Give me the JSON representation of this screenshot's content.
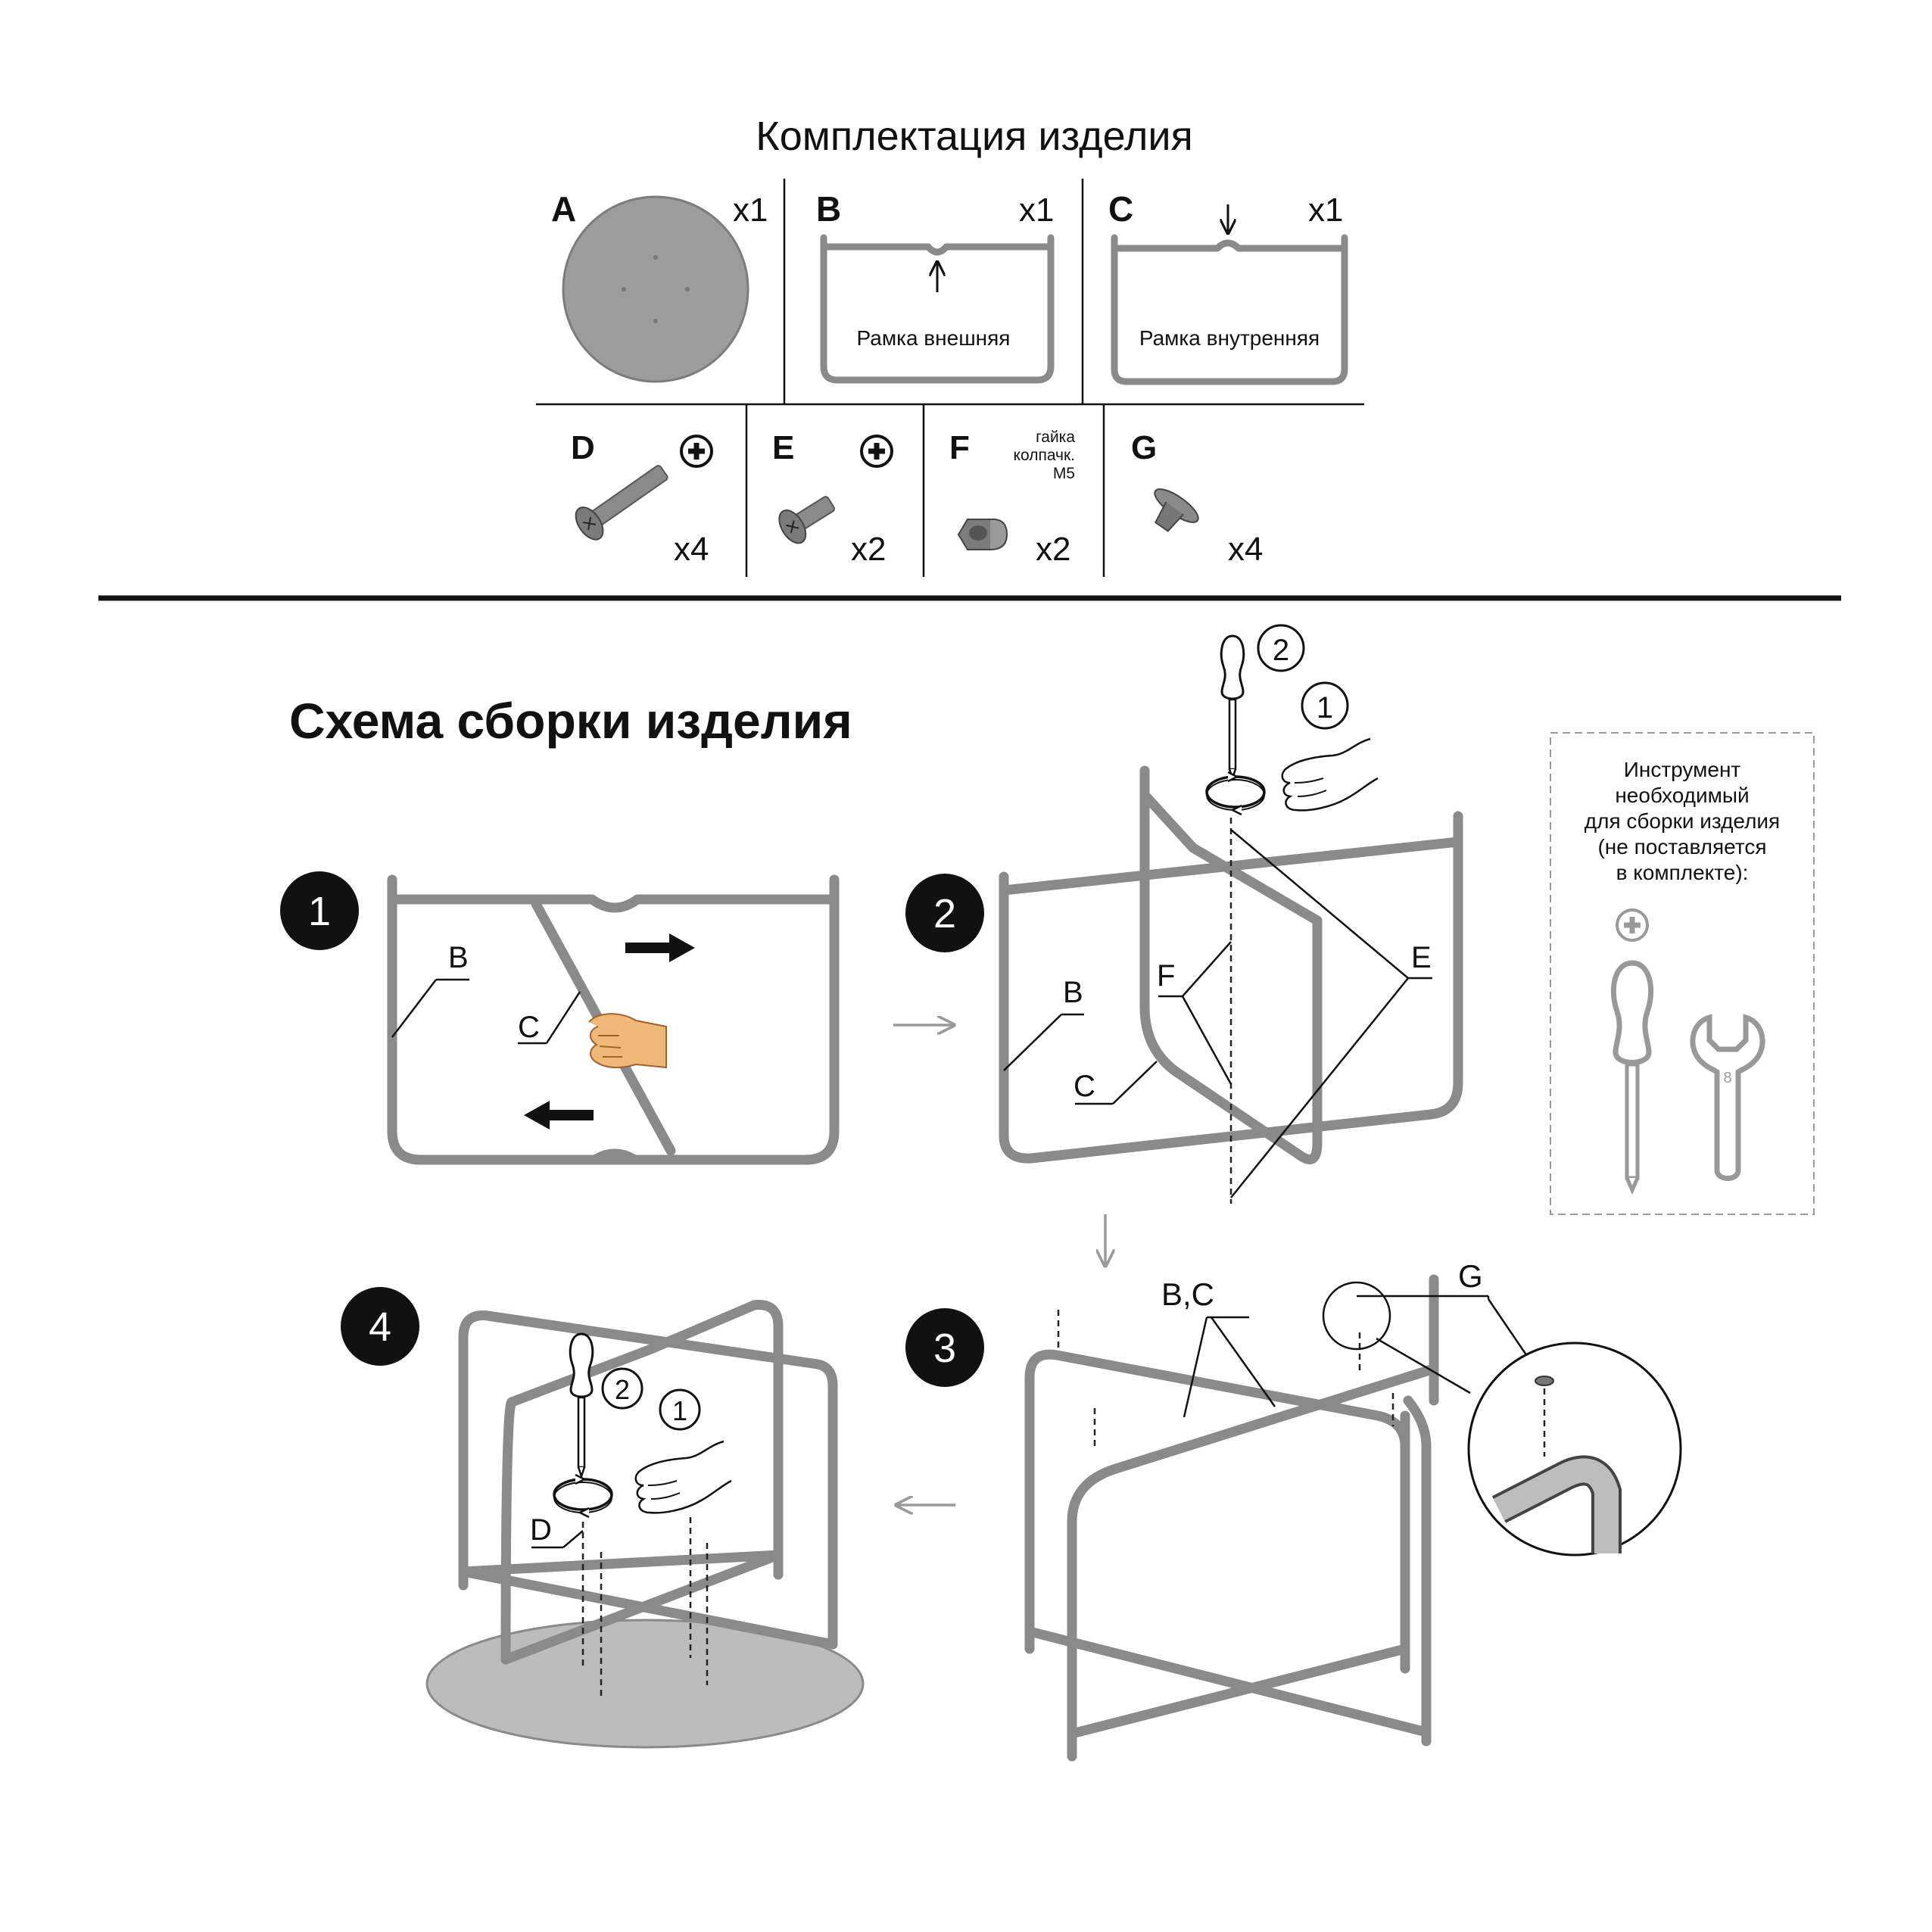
{
  "kit": {
    "title": "Комплектация изделия",
    "parts": [
      {
        "letter": "A",
        "qty": "x1"
      },
      {
        "letter": "B",
        "qty": "x1",
        "caption": "Рамка внешняя"
      },
      {
        "letter": "C",
        "qty": "x1",
        "caption": "Рамка внутренняя"
      },
      {
        "letter": "D",
        "qty": "x4"
      },
      {
        "letter": "E",
        "qty": "x2"
      },
      {
        "letter": "F",
        "qty": "x2",
        "note_lines": [
          "гайка",
          "колпачк.",
          "M5"
        ]
      },
      {
        "letter": "G",
        "qty": "x4"
      }
    ]
  },
  "assembly": {
    "title": "Схема сборки изделия",
    "steps": [
      "1",
      "2",
      "3",
      "4"
    ],
    "labels": {
      "s1_b": "B",
      "s1_c": "C",
      "s2_b": "B",
      "s2_c": "C",
      "s2_f": "F",
      "s2_e": "E",
      "s3_bc": "B,C",
      "s3_g": "G",
      "s4_d": "D"
    },
    "action_marks": [
      "1",
      "2"
    ]
  },
  "tools": {
    "lines": [
      "Инструмент",
      "необходимый",
      "для сборки изделия",
      "(не поставляется",
      "в комплекте):"
    ],
    "wrench_size": "8"
  },
  "icons": [
    "phillips-screwdriver-icon",
    "wrench-icon",
    "phillips-head-icon",
    "hand-icon",
    "rotation-arrow-icon",
    "right-arrow-icon",
    "left-arrow-icon",
    "down-arrow-icon",
    "up-arrow-icon"
  ]
}
